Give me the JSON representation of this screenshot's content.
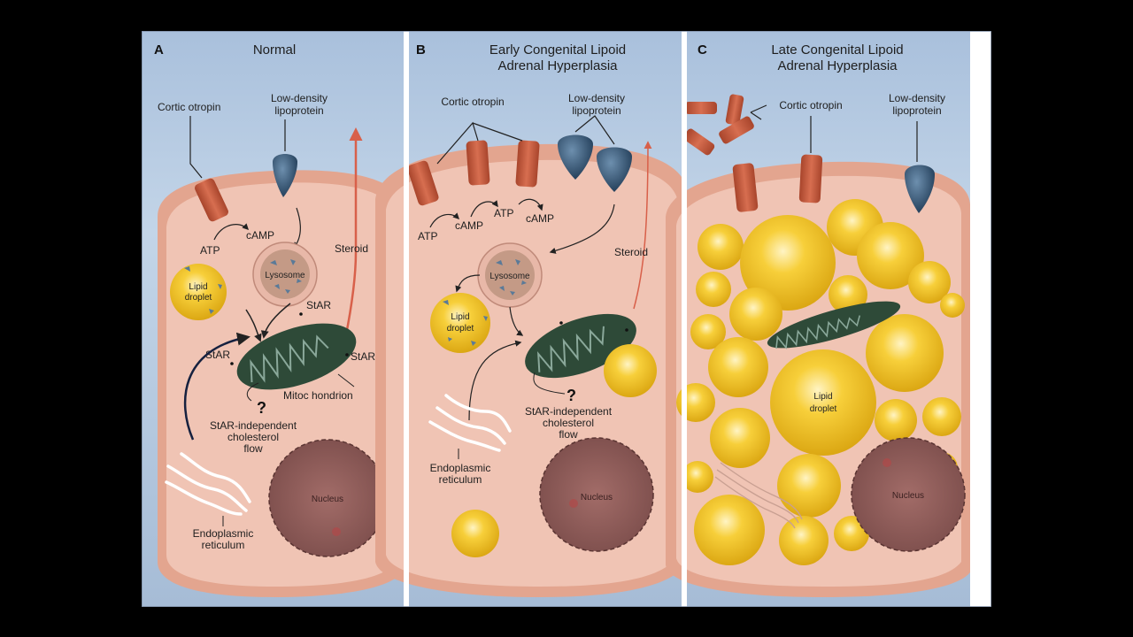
{
  "panels": [
    {
      "letter": "A",
      "title_lines": [
        "Normal"
      ],
      "labels": {
        "corticotropin": "Cortic otropin",
        "ldl_lines": [
          "Low-density",
          "lipoprotein"
        ],
        "atp": "ATP",
        "camp": "cAMP",
        "steroid": "Steroid",
        "lysosome": "Lysosome",
        "lipid_lines": [
          "Lipid",
          "droplet"
        ],
        "star": "StAR",
        "mitochondrion": "Mitoc hondrion",
        "question": "?",
        "independent_lines": [
          "StAR-independent",
          "cholesterol",
          "flow"
        ],
        "nucleus": "Nucleus",
        "er_lines": [
          "Endoplasmic",
          "reticulum"
        ]
      }
    },
    {
      "letter": "B",
      "title_lines": [
        "Early Congenital Lipoid",
        "Adrenal Hyperplasia"
      ],
      "labels": {
        "corticotropin": "Cortic otropin",
        "ldl_lines": [
          "Low-density",
          "lipoprotein"
        ],
        "atp": "ATP",
        "camp": "cAMP",
        "steroid": "Steroid",
        "lysosome": "Lysosome",
        "lipid_lines": [
          "Lipid",
          "droplet"
        ],
        "question": "?",
        "independent_lines": [
          "StAR-independent",
          "cholesterol",
          "flow"
        ],
        "nucleus": "Nucleus",
        "er_lines": [
          "Endoplasmic",
          "reticulum"
        ]
      }
    },
    {
      "letter": "C",
      "title_lines": [
        "Late Congenital Lipoid",
        "Adrenal Hyperplasia"
      ],
      "labels": {
        "corticotropin": "Cortic otropin",
        "ldl_lines": [
          "Low-density",
          "lipoprotein"
        ],
        "lipid_lines": [
          "Lipid",
          "droplet"
        ],
        "nucleus": "Nucleus"
      }
    }
  ],
  "colors": {
    "background_blue": "#b9cde3",
    "cell_pink": "#f0c4b4",
    "membrane": "#e3a58f",
    "receptor": "#c85a3c",
    "ldl": "#2e4f6e",
    "mitochondrion": "#2e4a38",
    "lipid": "#f3c21c",
    "nucleus": "#8a5a58",
    "steroid_arrow": "#d8604a"
  }
}
